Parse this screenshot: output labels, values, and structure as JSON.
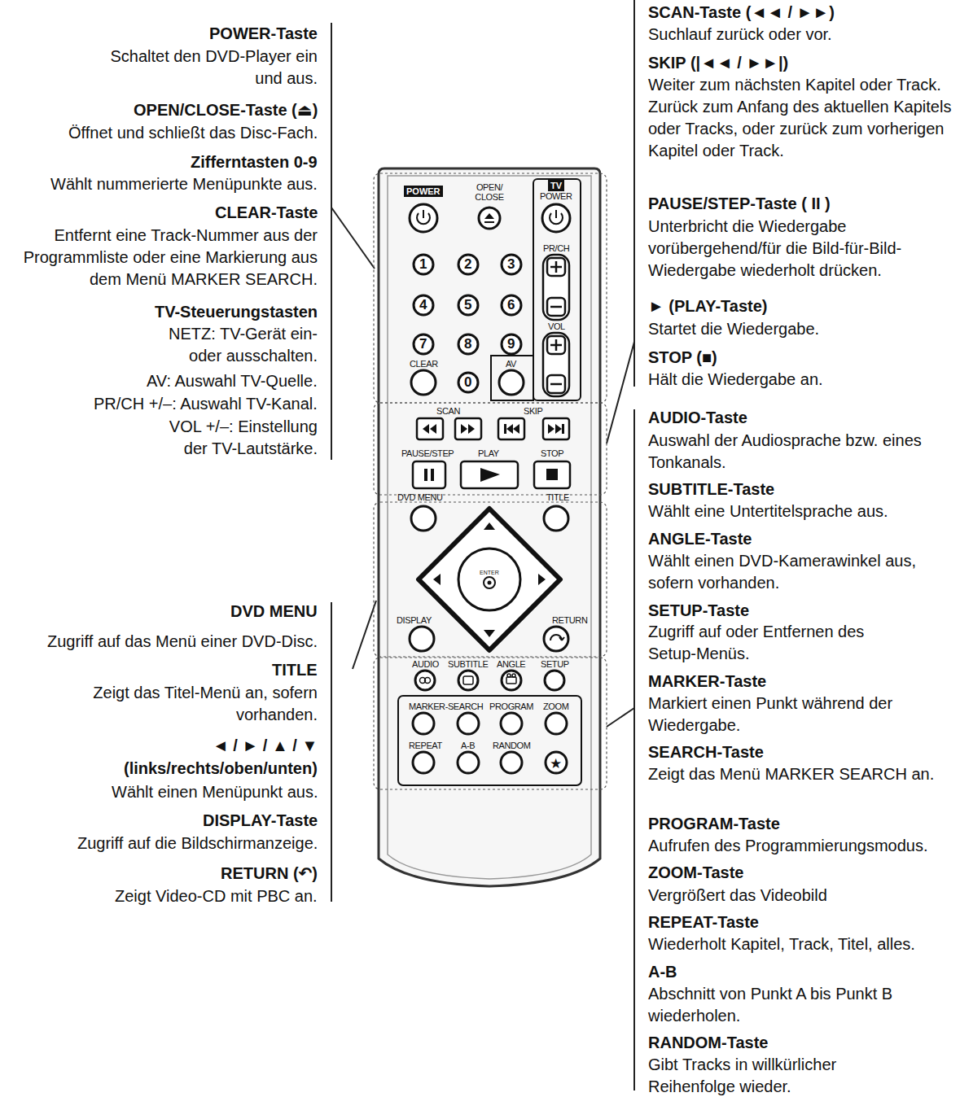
{
  "diagram": {
    "labels": [
      "POWER-Taste",
      "Schaltet den DVD-Player ein und aus.",
      "OPEN/CLOSE-Taste (⏏)",
      "Öffnet und schließt das Disc-Fach.",
      "Zifferntasten 0-9",
      "Wählt nummerierte Menüpunkte aus.",
      "CLEAR-Taste",
      "Entfernt eine Track-Nummer aus der Programmliste oder eine Markierung aus dem Menü MARKER SEARCH.",
      "TV-Steuerungstasten",
      "NETZ: TV-Gerät ein- oder ausschalten.",
      "AV: Auswahl TV-Quelle.",
      "PR/CH +/–: Auswahl TV-Kanal.",
      "VOL +/–: Einstellung der TV-Lautstärke.",
      "DVD MENU",
      "Zugriff auf das Menü einer DVD-Disc.",
      "TITLE",
      "Zeigt das Titel-Menü an, sofern vorhanden.",
      "◄ / ► / ▲ / ▼",
      "(links/rechts/oben/unten)",
      "Wählt einen Menüpunkt aus.",
      "DISPLAY-Taste",
      "Zugriff auf die Bildschirmanzeige.",
      "RETURN (↶)",
      "Zeigt Video-CD mit PBC an.",
      "SCAN-Taste (◄◄ / ►►)",
      "Suchlauf zurück oder vor.",
      "SKIP (|◄◄ / ►►|)",
      "Weiter zum nächsten Kapitel oder Track. Zurück zum Anfang des aktuellen Kapitels oder Tracks, oder zurück zum vorherigen Kapitel oder Track.",
      "PAUSE/STEP-Taste ( II )",
      "Unterbricht die Wiedergabe vorübergehend/für die Bild-für-Bild-Wiedergabe wiederholt drücken.",
      "► (PLAY-Taste)",
      "Startet die Wiedergabe.",
      "STOP (■)",
      "Hält die Wiedergabe an.",
      "AUDIO-Taste",
      "Auswahl der Audiosprache bzw. eines Tonkanals.",
      "SUBTITLE-Taste",
      "Wählt eine Untertitelsprache aus.",
      "ANGLE-Taste",
      "Wählt einen DVD-Kamerawinkel aus, sofern vorhanden.",
      "SETUP-Taste",
      "Zugriff auf oder Entfernen des Setup-Menüs.",
      "MARKER-Taste",
      "Markiert einen Punkt während der Wiedergabe.",
      "SEARCH-Taste",
      "Zeigt das Menü MARKER SEARCH an.",
      "PROGRAM-Taste",
      "Aufrufen des Programmierungsmodus.",
      "ZOOM-Taste",
      "Vergrößert das Videobild",
      "REPEAT-Taste",
      "Wiederholt Kapitel, Track, Titel, alles.",
      "A-B",
      "Abschnitt von Punkt A bis Punkt B wiederholen.",
      "RANDOM-Taste",
      "Gibt Tracks in willkürlicher Reihenfolge wieder.",
      "POWER",
      "OPEN/ CLOSE",
      "TV",
      "POWER",
      "PR/CH",
      "VOL",
      "1",
      "2",
      "3",
      "4",
      "5",
      "6",
      "7",
      "8",
      "9",
      "CLEAR",
      "0",
      "AV",
      "SCAN",
      "SKIP",
      "PAUSE/STEP",
      "PLAY",
      "STOP",
      "DVD MENU",
      "TITLE",
      "ENTER",
      "DISPLAY",
      "RETURN",
      "AUDIO",
      "SUBTITLE",
      "ANGLE",
      "SETUP",
      "MARKER-SEARCH",
      "PROGRAM",
      "ZOOM",
      "REPEAT",
      "A-B",
      "RANDOM",
      "★"
    ]
  }
}
